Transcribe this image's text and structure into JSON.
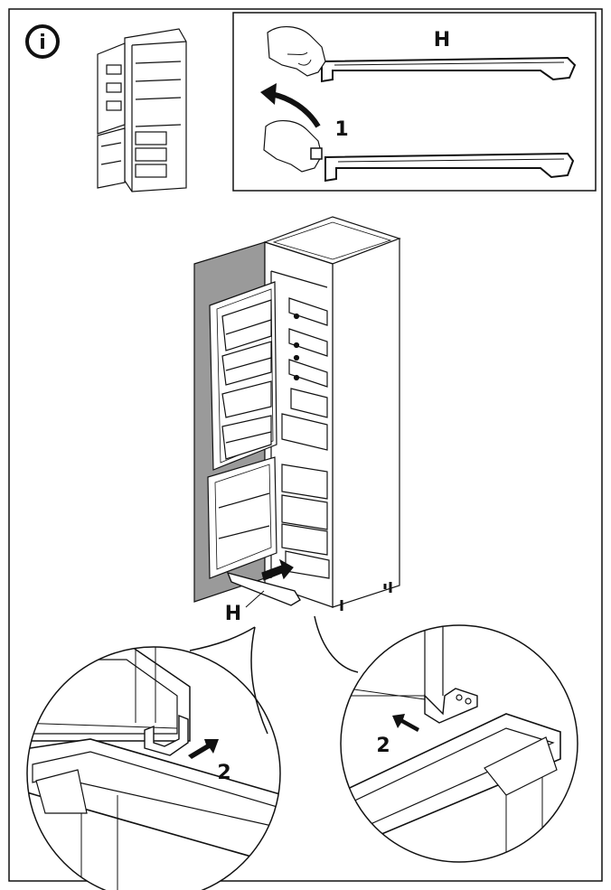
{
  "info": {
    "symbol": "i",
    "icon": "info-icon"
  },
  "inset": {
    "part_label": "H",
    "step_label": "1"
  },
  "main": {
    "part_label": "H"
  },
  "detail_left": {
    "step_label": "2"
  },
  "detail_right": {
    "step_label": "2"
  },
  "colors": {
    "line": "#111111",
    "panel_gray": "#9a9a9a",
    "background": "#ffffff"
  }
}
